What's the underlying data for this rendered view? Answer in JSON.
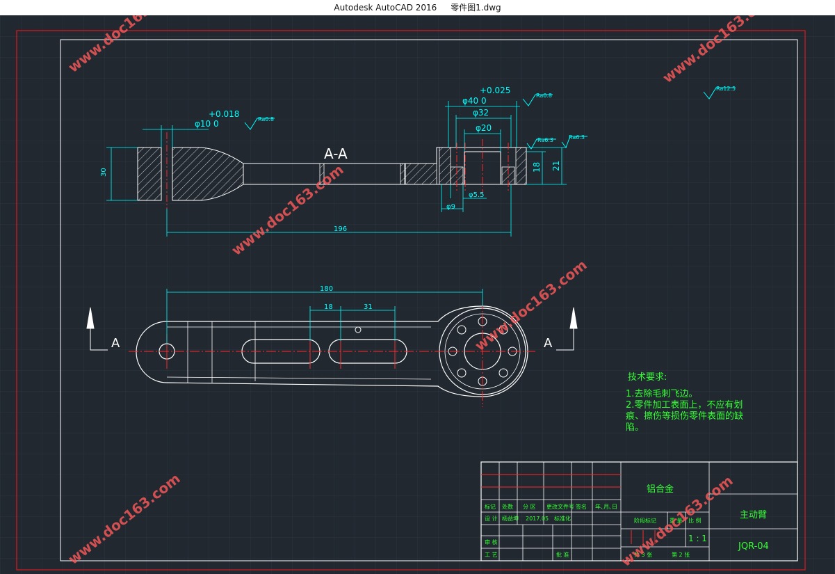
{
  "window": {
    "app_title": "Autodesk AutoCAD 2016",
    "file_name": "零件图1.dwg"
  },
  "watermark": "www.doc163.com",
  "colors": {
    "background": "#212830",
    "grid": "#2c3540",
    "border_red": "#e0181f",
    "line_white": "#ffffff",
    "dimension_cyan": "#00ffff",
    "center_red": "#ff2a2a",
    "text_green": "#33ff33",
    "watermark_red": "#ff5a5a"
  },
  "section_view": {
    "label": "A-A",
    "dims": {
      "phi10_tol": "+0.018",
      "phi10": "φ10 0",
      "ra_left": "Ra0.8",
      "phi40_tol": "+0.025",
      "phi40": "φ40 0",
      "ra_top": "Ra0.8",
      "phi32": "φ32",
      "phi20": "φ20",
      "ra63a": "Ra6.3",
      "ra63b": "Ra6.3",
      "h30": "30",
      "h18": "18",
      "h21": "21",
      "phi55": "φ5.5",
      "phi9": "φ9",
      "len196": "196"
    }
  },
  "plan_view": {
    "len180": "180",
    "len18": "18",
    "len31": "31",
    "arrow_left": "A",
    "arrow_right": "A"
  },
  "roughness_general": "Ra12.5",
  "tech_requirements": {
    "title": "技术要求:",
    "line1": "1.去除毛刺飞边。",
    "line2": "2.零件加工表面上，不应有划",
    "line3": "痕、擦伤等损伤零件表面的缺",
    "line4": "陷。"
  },
  "title_block": {
    "material": "铝合金",
    "part_name": "主动臂",
    "drawing_no": "JQR-04",
    "h_mark": "标记",
    "h_count": "处数",
    "h_zone": "分 区",
    "h_doc": "更改文件号",
    "h_sign": "签名",
    "h_date": "年､月､日",
    "designer_label": "设 计",
    "designer_name": "杨益坤",
    "design_date": "2017.05",
    "standard_label": "标准化",
    "stage_label": "阶段标记",
    "weight_label": "重 量",
    "scale_label": "比 例",
    "scale_value": "1 : 1",
    "review_label": "审 核",
    "process_label": "工 艺",
    "approve_label": "批 准",
    "total_label": "共 3 张",
    "sheet_label": "第 2 张"
  }
}
